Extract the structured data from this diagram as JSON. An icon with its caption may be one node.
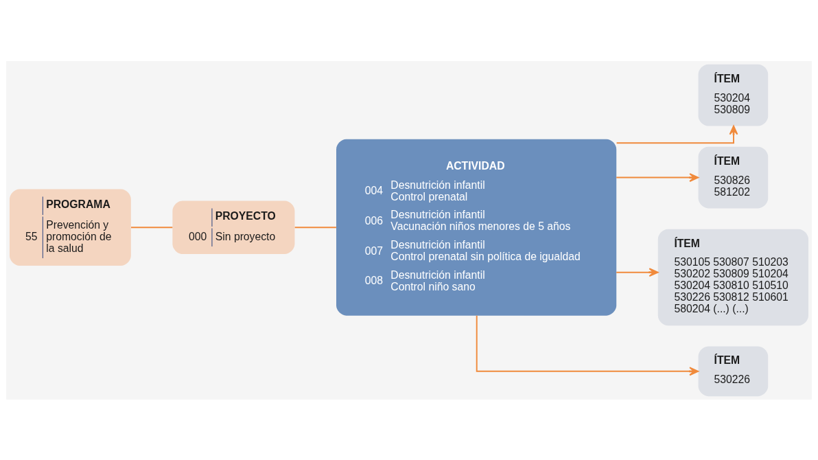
{
  "diagram": {
    "nodes": [
      {
        "text": [
          "PROGRAMA",
          "55",
          "Prevención y promoción de la salud"
        ]
      },
      {
        "text": [
          "PROYECTO",
          "000",
          "Sin proyecto"
        ]
      },
      {
        "text": [
          "ACTIVIDAD",
          "004",
          "Desnutrición infantil Control prenatal",
          "006",
          "Desnutrición infantil Vacunación niños menores de 5 años",
          "007",
          "Desnutrición infantil Control prenatal sin política de igualdad",
          "008",
          "Desnutrición infantil Control niño sano"
        ]
      },
      {
        "text": [
          "ÍTEM",
          "530204 530809"
        ]
      },
      {
        "text": [
          "ÍTEM",
          "530826 581202"
        ]
      },
      {
        "text": [
          "ÍTEM",
          "530105 530807 510203 530202 530809 510204 530204 530810 510510 530226 530812 510601 580204 (...) (...)"
        ]
      },
      {
        "text": [
          "ÍTEM",
          "530226"
        ]
      }
    ],
    "edges": [
      {
        "from": 0,
        "to": 1,
        "arrow": "none"
      },
      {
        "from": 1,
        "to": 2,
        "arrow": "none"
      },
      {
        "from": 2,
        "to": 3,
        "arrow": "to"
      },
      {
        "from": 2,
        "to": 4,
        "arrow": "to"
      },
      {
        "from": 2,
        "to": 5,
        "arrow": "to"
      },
      {
        "from": 2,
        "to": 6,
        "arrow": "to"
      }
    ]
  }
}
